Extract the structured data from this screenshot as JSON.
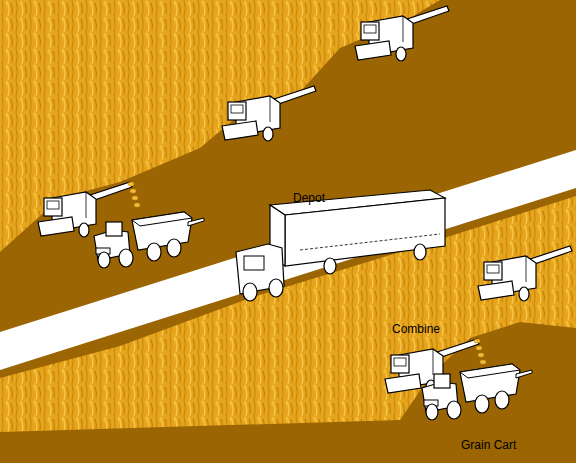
{
  "diagram": {
    "labels": [
      "Depot",
      "Combine",
      "Grain Cart"
    ]
  }
}
